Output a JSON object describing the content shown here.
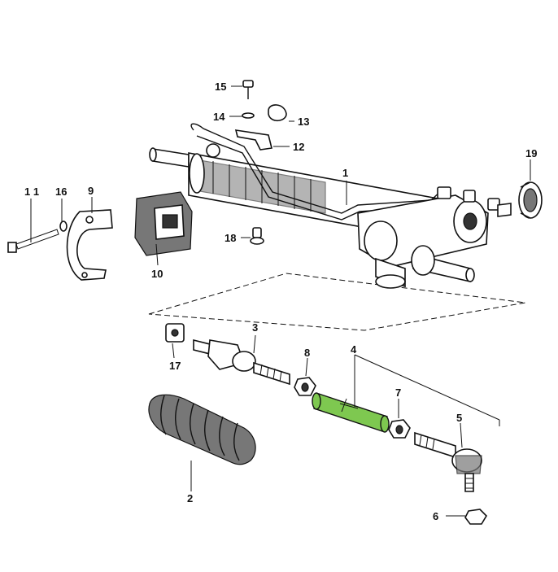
{
  "diagram": {
    "callouts": {
      "c1": "1",
      "c2": "2",
      "c3": "3",
      "c4": "4",
      "c5": "5",
      "c6": "6",
      "c7": "7",
      "c8": "8",
      "c9": "9",
      "c10": "10",
      "c11": "1 1",
      "c12": "12",
      "c13": "13",
      "c14": "14",
      "c15": "15",
      "c16": "16",
      "c17": "17",
      "c18": "18",
      "c19": "19"
    },
    "colors": {
      "ink": "#111111",
      "highlight": "#7ec850",
      "background": "#ffffff"
    }
  }
}
